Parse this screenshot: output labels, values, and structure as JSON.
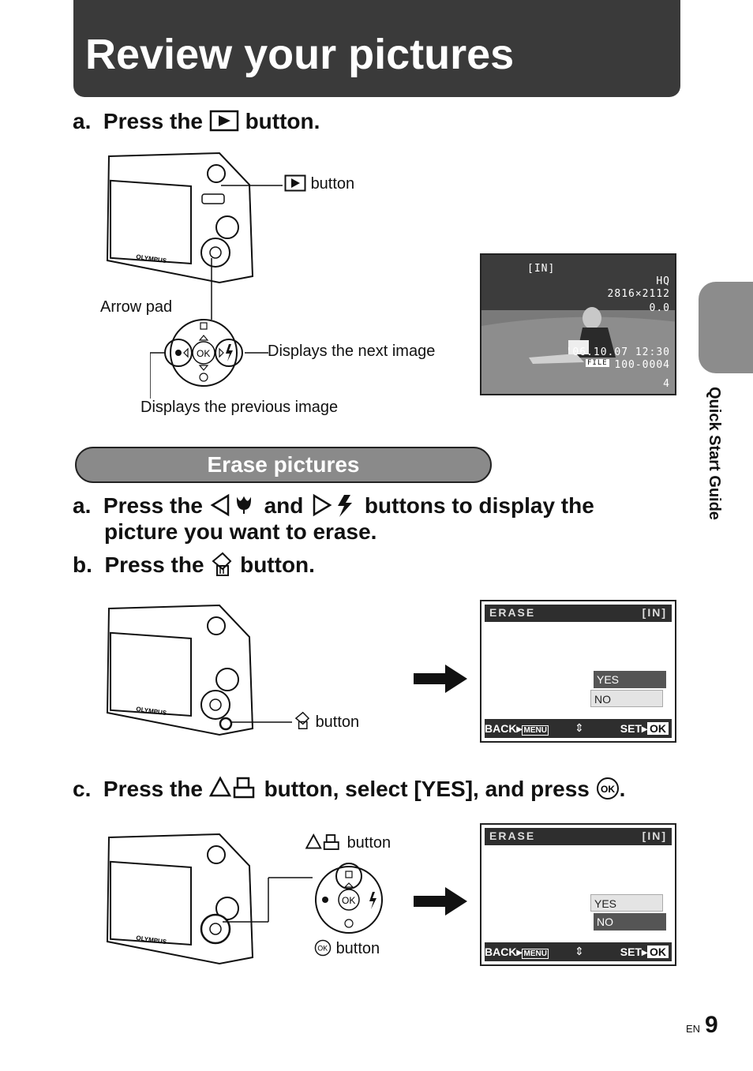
{
  "header": {
    "title": "Review your pictures"
  },
  "side_tab": {
    "label": "Quick Start Guide"
  },
  "review": {
    "step_a": {
      "prefix": "a.",
      "before": "Press the",
      "after": "button."
    },
    "play_button_label": "button",
    "arrow_pad_label": "Arrow pad",
    "next_label": "Displays the next image",
    "prev_label": "Displays the previous image",
    "camera_brand": "OLYMPUS",
    "photo_overlay": {
      "memory": "[IN]",
      "quality": "HQ",
      "resolution": "2816×2112",
      "exposure": "0.0",
      "datetime": "'06.10.07  12:30",
      "file_tag": "FILE",
      "file_number": "100-0004",
      "frame": "4"
    },
    "pad": {
      "ok": "OK"
    }
  },
  "erase": {
    "section_title": "Erase pictures",
    "step_a": {
      "prefix": "a.",
      "before": "Press the",
      "mid": "and",
      "after": "buttons to display the",
      "line2": "picture you want to erase."
    },
    "step_b": {
      "prefix": "b.",
      "before": "Press the",
      "after": "button."
    },
    "trash_button_label": "button",
    "step_c": {
      "prefix": "c.",
      "before": "Press the",
      "after": "button, select [YES], and press",
      "end": "."
    },
    "up_button_label": "button",
    "ok_button_label": "button",
    "screen1": {
      "title": "ERASE",
      "memory": "[IN]",
      "yes": "YES",
      "no": "NO",
      "back": "BACK",
      "menu": "MENU",
      "set": "SET",
      "ok": "OK"
    },
    "screen2": {
      "title": "ERASE",
      "memory": "[IN]",
      "yes": "YES",
      "no": "NO",
      "back": "BACK",
      "menu": "MENU",
      "set": "SET",
      "ok": "OK"
    }
  },
  "footer": {
    "lang": "EN",
    "page": "9"
  }
}
